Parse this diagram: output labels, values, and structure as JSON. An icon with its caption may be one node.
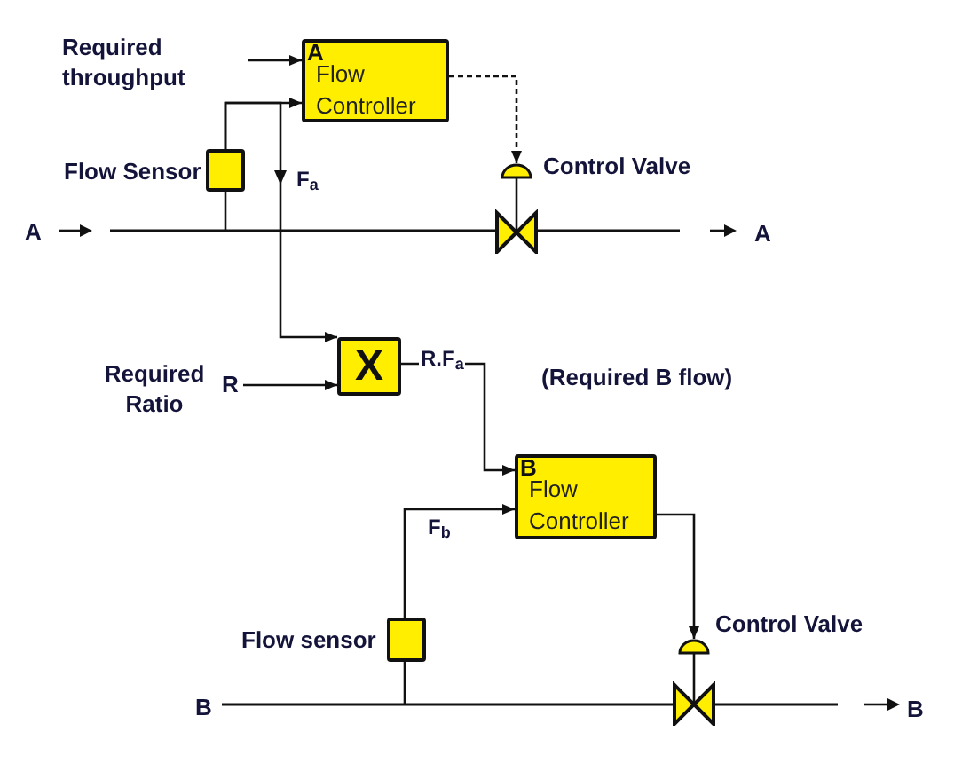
{
  "diagram": {
    "nodes": [
      {
        "text": [
          "Required throughput"
        ]
      },
      {
        "text": [
          "A",
          "Flow Controller"
        ]
      },
      {
        "text": [],
        "shape": "box",
        "beside": [
          "Flow Sensor"
        ]
      },
      {
        "text": [],
        "shape": "valve",
        "beside": [
          "Control Valve"
        ]
      },
      {
        "text": [
          "R"
        ],
        "beside": [
          "Required Ratio"
        ]
      },
      {
        "text": [
          "X"
        ]
      },
      {
        "text": [
          "B",
          "Flow Controller"
        ]
      },
      {
        "text": [],
        "shape": "box",
        "beside": [
          "Flow sensor"
        ]
      },
      {
        "text": [],
        "shape": "valve",
        "beside": [
          "Control Valve"
        ]
      }
    ],
    "edges": [
      {
        "from": 0,
        "to": 1,
        "arrow": "to"
      },
      {
        "from": 2,
        "to": 1,
        "arrow": "to"
      },
      {
        "from": 1,
        "to": 3,
        "arrow": "to",
        "style": "dashed"
      },
      {
        "from": 2,
        "to": 5,
        "arrow": "to",
        "label": "F$_{a}$"
      },
      {
        "from": 4,
        "to": 5,
        "arrow": "to"
      },
      {
        "from": 5,
        "to": 6,
        "arrow": "to",
        "label": "R.F$_{a}$"
      },
      {
        "from": 7,
        "to": 6,
        "arrow": "to",
        "label": "F$_{b}$"
      },
      {
        "from": 6,
        "to": 8,
        "arrow": "to"
      }
    ],
    "labels": [
      "A",
      "A",
      "(Required B flow)",
      "B",
      "B"
    ]
  }
}
